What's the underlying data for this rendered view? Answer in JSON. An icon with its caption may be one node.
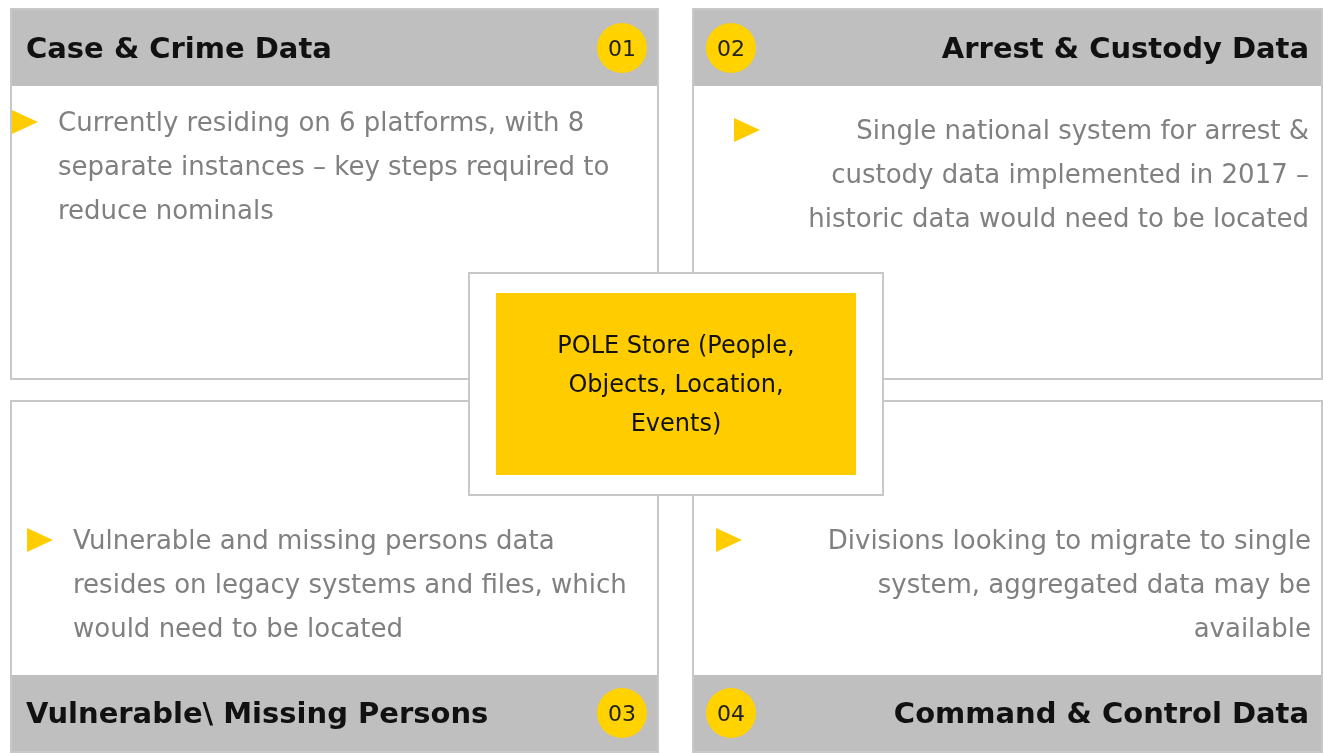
{
  "diagram": {
    "nodes": [
      {
        "text": [
          "Case & Crime Data",
          "Currently residing on 6 platforms, with 8 separate instances – key steps required to reduce nominals"
        ]
      },
      {
        "text": [
          "01"
        ],
        "in": 0
      },
      {
        "text": [
          "Arrest & Custody Data",
          "Single national system for arrest & custody data implemented in 2017 – historic data would need to be located"
        ]
      },
      {
        "text": [
          "02"
        ],
        "in": 2
      },
      {
        "text": [
          "POLE Store (People, Objects, Location, Events)"
        ]
      },
      {
        "text": [
          "Vulnerable and missing persons data resides on legacy systems and files, which would need to be located",
          "Vulnerable\\ Missing Persons"
        ]
      },
      {
        "text": [
          "03"
        ],
        "in": 5
      },
      {
        "text": [
          "Divisions looking to migrate to single system, aggregated data may be available",
          "Command & Control Data"
        ]
      },
      {
        "text": [
          "04"
        ],
        "in": 7
      }
    ]
  }
}
